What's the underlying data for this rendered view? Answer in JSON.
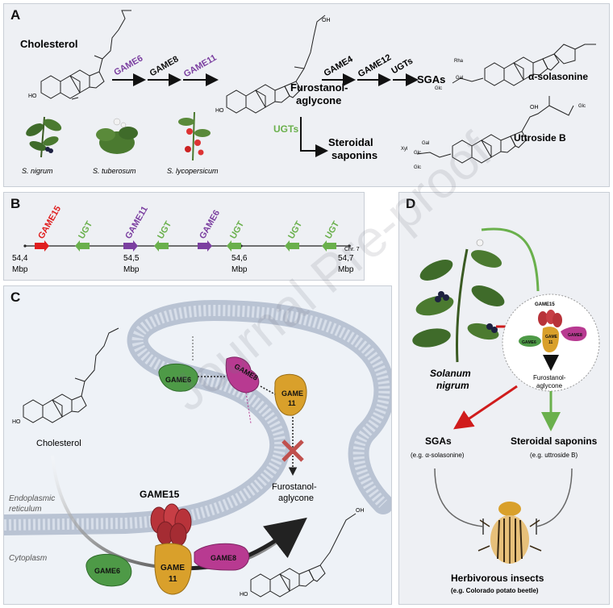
{
  "panels": {
    "a": "A",
    "b": "B",
    "c": "C",
    "d": "D"
  },
  "panel_a": {
    "cholesterol": "Cholesterol",
    "game6": "GAME6",
    "game8": "GAME8",
    "game11": "GAME11",
    "game4": "GAME4",
    "game12": "GAME12",
    "ugts": "UGTs",
    "sgas": "SGAs",
    "solasonine": "α-solasonine",
    "furostanol_1": "Furostanol-",
    "furostanol_2": "aglycone",
    "ugts_green": "UGTs",
    "steroidal_1": "Steroidal",
    "steroidal_2": "saponins",
    "uttroside": "Uttroside B",
    "rha": "Rha",
    "gal": "Gal",
    "glc": "Glc",
    "xyl": "Xyl",
    "glc2": "Glc",
    "glc3": "Glc",
    "gal2": "Gal",
    "glc4": "Glc",
    "ho": "HO",
    "oh": "OH",
    "species": [
      "S. nigrum",
      "S. tuberosum",
      "S. lycopersicum"
    ]
  },
  "panel_b": {
    "chr": "Chr. 7",
    "genes": [
      {
        "label": "GAME15",
        "color": "#e01e1e",
        "dir": "right"
      },
      {
        "label": "UGT",
        "color": "#6ab04c",
        "dir": "left"
      },
      {
        "label": "GAME11",
        "color": "#7b3fa0",
        "dir": "right"
      },
      {
        "label": "UGT",
        "color": "#6ab04c",
        "dir": "left"
      },
      {
        "label": "GAME6",
        "color": "#7b3fa0",
        "dir": "right"
      },
      {
        "label": "UGT",
        "color": "#6ab04c",
        "dir": "left"
      },
      {
        "label": "UGT",
        "color": "#6ab04c",
        "dir": "left"
      },
      {
        "label": "UGT",
        "color": "#6ab04c",
        "dir": "left"
      }
    ],
    "ticks": [
      {
        "v": "54,4",
        "u": "Mbp"
      },
      {
        "v": "54,5",
        "u": "Mbp"
      },
      {
        "v": "54,6",
        "u": "Mbp"
      },
      {
        "v": "54,7",
        "u": "Mbp"
      }
    ]
  },
  "panel_c": {
    "cholesterol": "Cholesterol",
    "game6": "GAME6",
    "game8": "GAME8",
    "game11_1": "GAME",
    "game11_2": "11",
    "game15": "GAME15",
    "furo_1": "Furostanol-",
    "furo_2": "aglycone",
    "er_1": "Endoplasmic",
    "er_2": "reticulum",
    "cytoplasm": "Cytoplasm",
    "ho": "HO",
    "oh": "OH"
  },
  "panel_d": {
    "species_1": "Solanum",
    "species_2": "nigrum",
    "game15": "GAME15",
    "game6": "GAME6",
    "game8": "GAME8",
    "game11_1": "GAME",
    "game11_2": "11",
    "furo_1": "Furostanol-",
    "furo_2": "aglycone",
    "sgas": "SGAs",
    "sgas_eg": "(e.g. α-solasonine)",
    "saponins": "Steroidal saponins",
    "saponins_eg": "(e.g. uttroside B)",
    "insects": "Herbivorous insects",
    "insects_eg": "(e.g. Colorado potato beetle)"
  },
  "watermark": "Journal Pre-proof",
  "colors": {
    "game6": "#4e9a47",
    "game8": "#b83a91",
    "game11": "#d9a02b",
    "game15": "#b8333a",
    "purple": "#7b3fa0",
    "green": "#6ab04c",
    "red": "#d01c1c"
  }
}
